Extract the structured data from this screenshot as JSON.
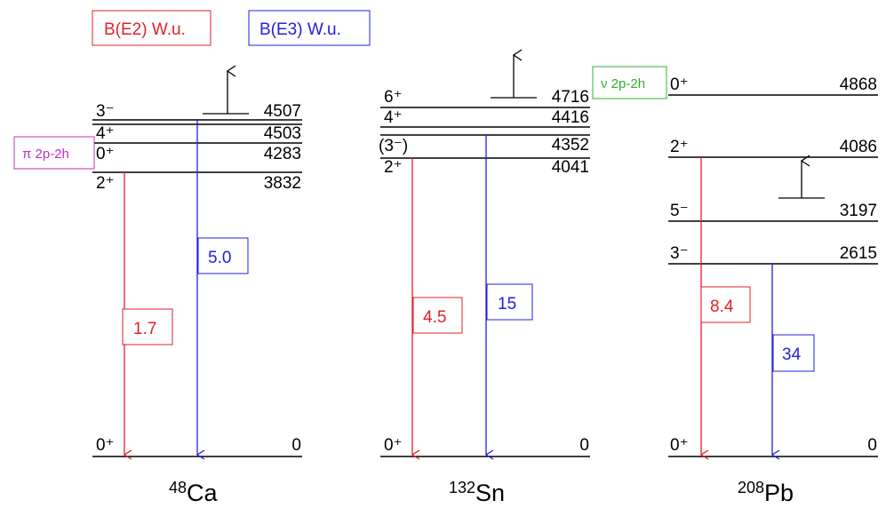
{
  "legend": {
    "e2": {
      "label": "B(E2) W.u.",
      "color": "#e0202a"
    },
    "e3": {
      "label": "B(E3) W.u.",
      "color": "#2020e0"
    }
  },
  "colors": {
    "e2": "#e0202a",
    "e3": "#2020e0",
    "proton": "#c030c0",
    "neutron": "#30b030",
    "level": "#000000"
  },
  "particle_hole": {
    "proton": "π 2p-2h",
    "neutron": "ν 2p-2h"
  },
  "nuclei": {
    "ca48": {
      "mass": "48",
      "symbol": "Ca",
      "levels": {
        "l3m": {
          "spin": "3⁻",
          "energy": "4507"
        },
        "l4p": {
          "spin": "4⁺",
          "energy": "4503"
        },
        "l0p2": {
          "spin": "0⁺",
          "energy": "4283"
        },
        "l2p": {
          "spin": "2⁺",
          "energy": "3832"
        },
        "gs": {
          "spin": "0⁺",
          "energy": "0"
        }
      },
      "transitions": {
        "e2": "1.7",
        "e3": "5.0"
      }
    },
    "sn132": {
      "mass": "132",
      "symbol": "Sn",
      "levels": {
        "l6p": {
          "spin": "6⁺",
          "energy": "4716"
        },
        "l4p": {
          "spin": "4⁺",
          "energy": "4416"
        },
        "l3m": {
          "spin": "(3⁻)",
          "energy": "4352"
        },
        "l2p": {
          "spin": "2⁺",
          "energy": "4041"
        },
        "gs": {
          "spin": "0⁺",
          "energy": "0"
        }
      },
      "transitions": {
        "e2": "4.5",
        "e3": "15"
      }
    },
    "pb208": {
      "mass": "208",
      "symbol": "Pb",
      "levels": {
        "l0p2": {
          "spin": "0⁺",
          "energy": "4868"
        },
        "l2p": {
          "spin": "2⁺",
          "energy": "4086"
        },
        "l5m": {
          "spin": "5⁻",
          "energy": "3197"
        },
        "l3m": {
          "spin": "3⁻",
          "energy": "2615"
        },
        "gs": {
          "spin": "0⁺",
          "energy": "0"
        }
      },
      "transitions": {
        "e2": "8.4",
        "e3": "34"
      }
    }
  }
}
